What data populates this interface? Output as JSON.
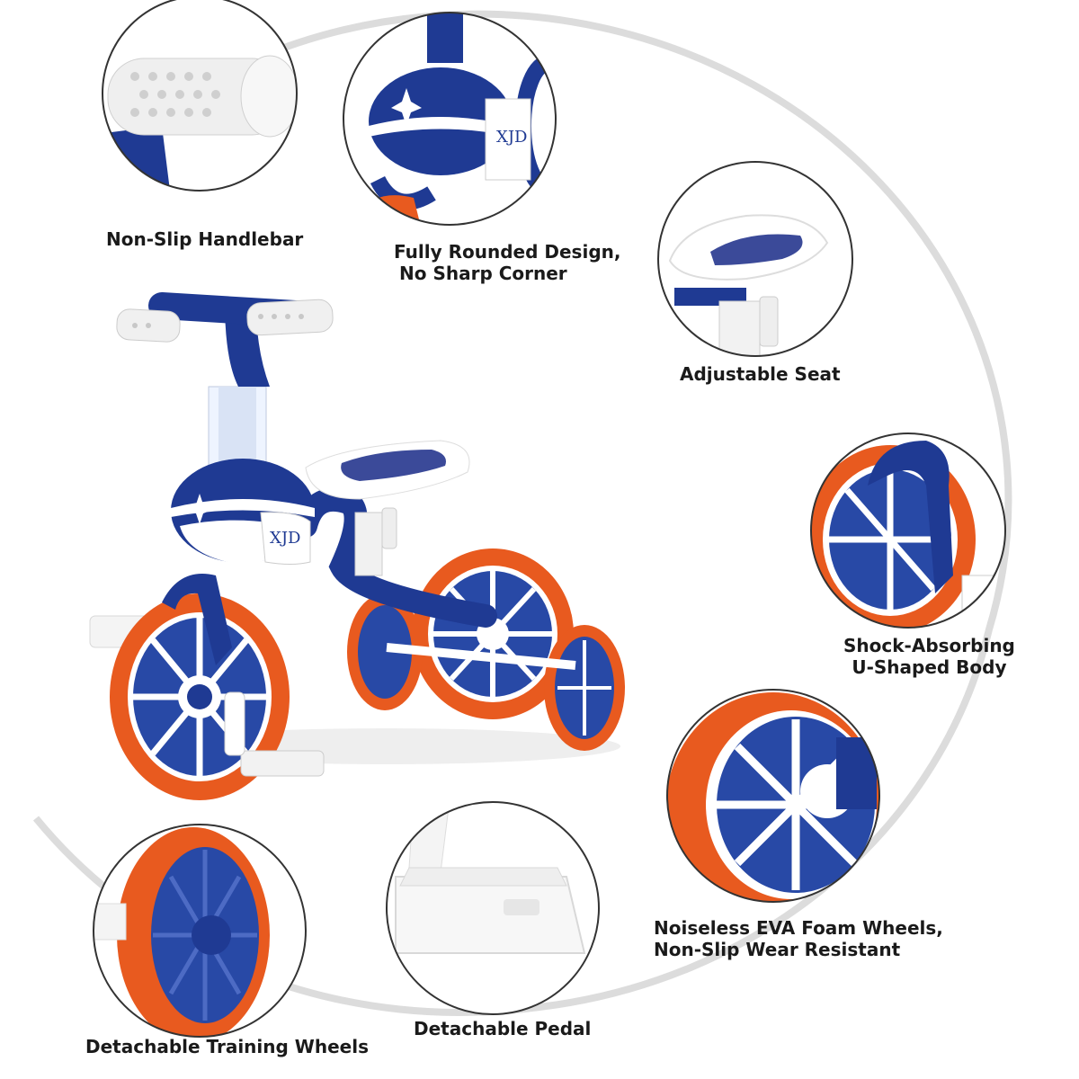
{
  "brand": "XJD",
  "colors": {
    "blue": "#1f3a93",
    "orange": "#e85a1f",
    "white": "#ffffff",
    "ring": "#dcdcdc"
  },
  "callouts": {
    "handlebar": {
      "label": "Non-Slip Handlebar"
    },
    "rounded": {
      "line1": "Fully Rounded Design,",
      "line2": "No Sharp Corner"
    },
    "seat": {
      "label": "Adjustable Seat"
    },
    "shock": {
      "line1": "Shock-Absorbing",
      "line2": "U-Shaped Body"
    },
    "wheels": {
      "line1": "Noiseless EVA Foam Wheels,",
      "line2": "Non-Slip Wear Resistant"
    },
    "pedal": {
      "label": "Detachable Pedal"
    },
    "training": {
      "label": "Detachable Training Wheels"
    }
  }
}
